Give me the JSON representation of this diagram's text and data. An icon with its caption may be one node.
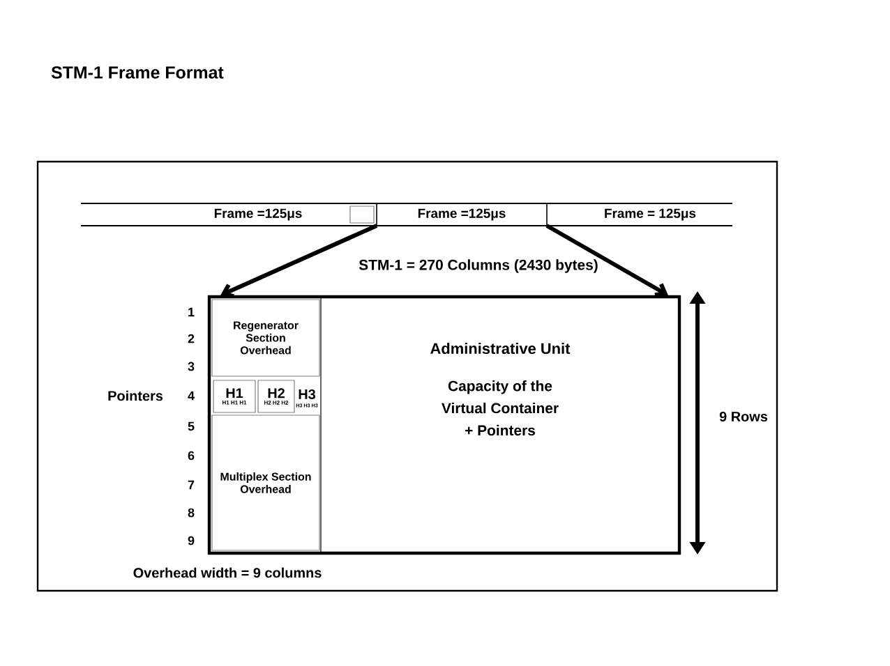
{
  "diagram": {
    "title": "STM-1 Frame Format",
    "nodes": [
      {
        "text": [
          "Frame =125μs"
        ]
      },
      {
        "text": [
          "Frame =125μs"
        ]
      },
      {
        "text": [
          "Frame = 125μs"
        ]
      },
      {
        "text": [],
        "shape": "box"
      },
      {
        "text": [
          "Regenerator Section Overhead"
        ],
        "in": 3
      },
      {
        "text": [
          "H1",
          "H1 H1 H1"
        ],
        "in": 3
      },
      {
        "text": [
          "H2",
          "H2 H2 H2"
        ],
        "in": 3
      },
      {
        "text": [
          "Multiplex Section Overhead"
        ],
        "in": 3
      },
      {
        "text": [
          "Administrative Unit",
          "Capacity of the Virtual Container + Pointers"
        ],
        "in": 3
      }
    ],
    "edges": [
      {
        "from": 1,
        "to": 3,
        "arrow": "to"
      },
      {
        "from": 1,
        "to": 3,
        "arrow": "to"
      }
    ],
    "labels": [
      "STM-1 =  270 Columns (2430 bytes)",
      "1",
      "2",
      "3",
      "Pointers",
      "4",
      "H3",
      "H3 H3 H3",
      "5",
      "6",
      "7",
      "8",
      "9",
      "9 Rows",
      "Overhead width = 9 columns"
    ]
  }
}
